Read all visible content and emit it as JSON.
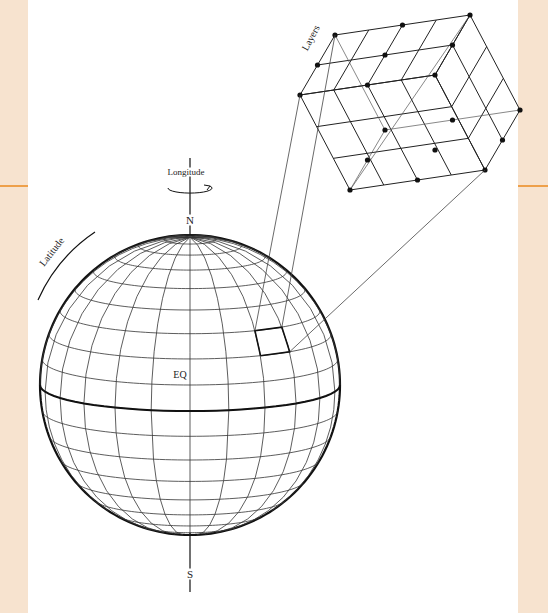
{
  "diagram": {
    "labels": [
      "Longitude",
      "N",
      "Latitude",
      "EQ",
      "S",
      "Layers"
    ]
  }
}
